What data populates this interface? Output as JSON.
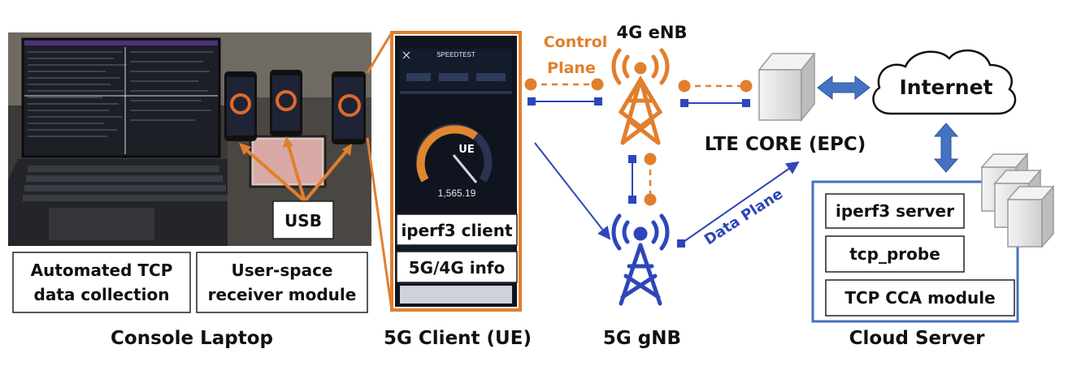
{
  "laptop": {
    "usb_label": "USB",
    "box_automated": [
      "Automated TCP",
      "data collection"
    ],
    "box_receiver": [
      "User-space",
      "receiver module"
    ],
    "caption": "Console Laptop"
  },
  "ue": {
    "speedtest_header": "SPEEDTEST",
    "gauge_label": "UE",
    "gauge_value": "1,565.19",
    "iperf_label": "iperf3 client",
    "info_label": "5G/4G info",
    "caption": "5G Client (UE)"
  },
  "network": {
    "enb_label": "4G eNB",
    "gnb_label": "5G gNB",
    "control_plane": [
      "Control",
      "Plane"
    ],
    "data_plane": "Data Plane",
    "epc_label": "LTE CORE (EPC)",
    "internet_label": "Internet"
  },
  "server": {
    "modules": [
      "iperf3 server",
      "tcp_probe",
      "TCP CCA module"
    ],
    "caption": "Cloud Server"
  },
  "colors": {
    "orange": "#E07F2E",
    "blue": "#2E46B8",
    "steel_blue": "#4472C4"
  }
}
